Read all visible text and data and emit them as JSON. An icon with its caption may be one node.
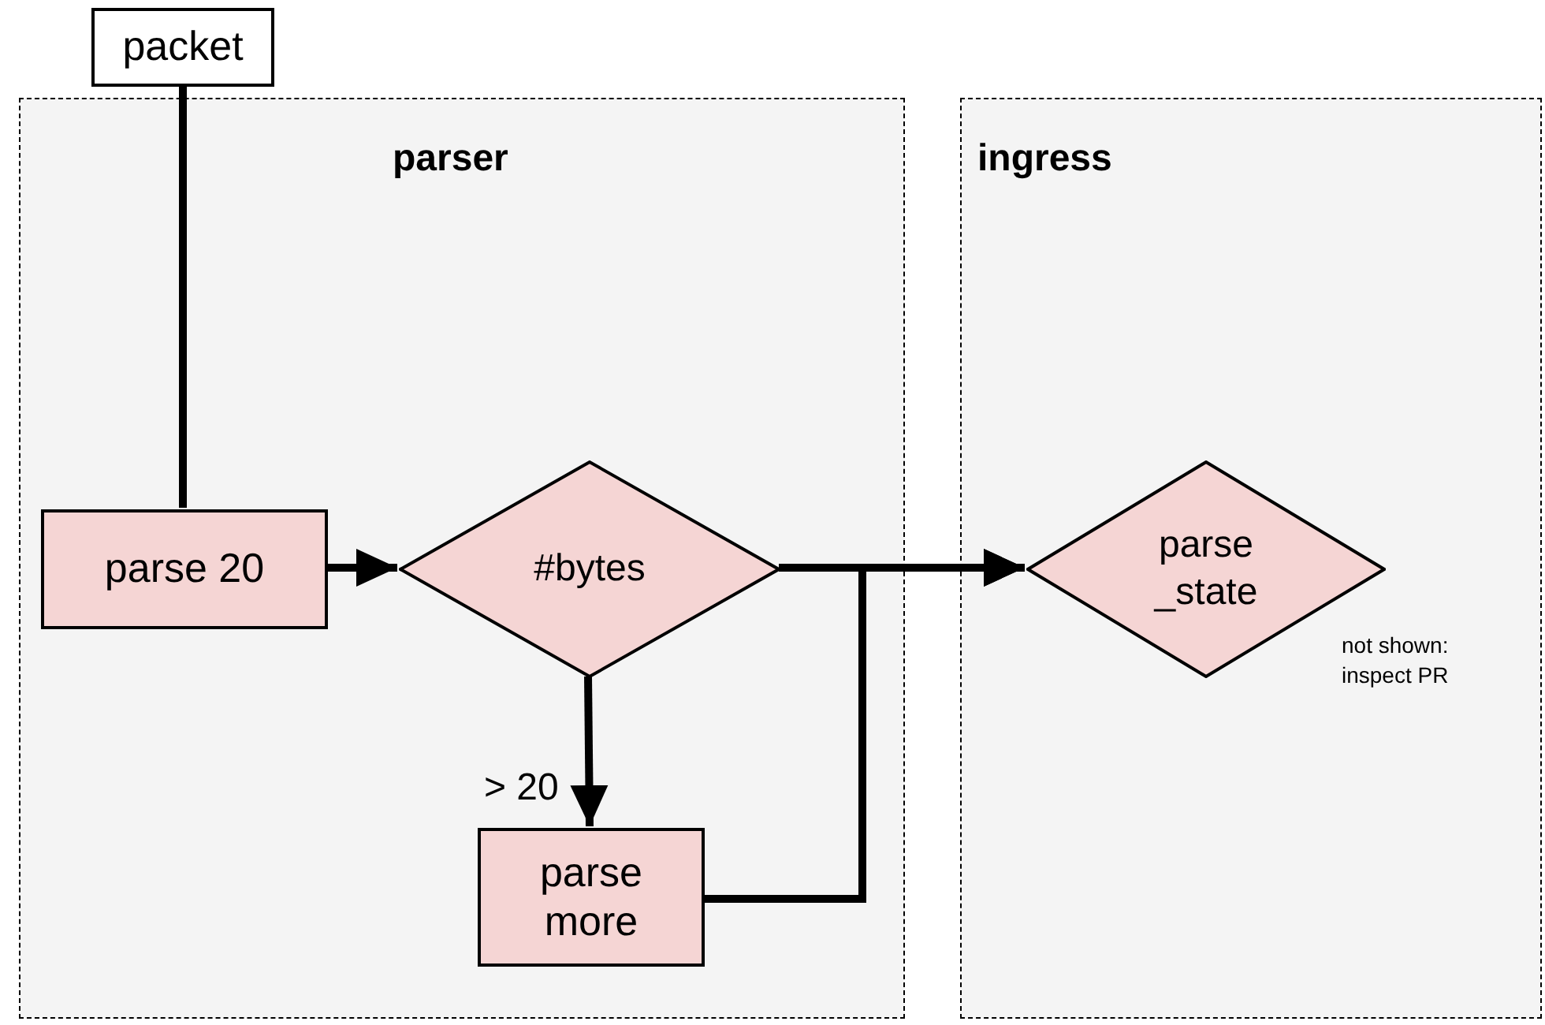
{
  "diagram": {
    "nodes": [
      {
        "text": [
          "packet"
        ]
      },
      {
        "text": [
          "parser"
        ]
      },
      {
        "text": [
          "ingress"
        ]
      },
      {
        "text": [
          "parse 20"
        ],
        "in": 1
      },
      {
        "text": [
          "#bytes"
        ],
        "in": 1
      },
      {
        "text": [
          "parse more"
        ],
        "in": 1
      },
      {
        "text": [
          "parse _state"
        ],
        "in": 2,
        "beside": [
          "not shown: inspect PR"
        ]
      }
    ],
    "edges": [
      {
        "from": 0,
        "to": 3,
        "arrow": "none"
      },
      {
        "from": 3,
        "to": 4,
        "arrow": "to"
      },
      {
        "from": 4,
        "to": 6,
        "arrow": "to"
      },
      {
        "from": 4,
        "to": 5,
        "arrow": "to",
        "label": "> 20"
      },
      {
        "from": 5,
        "to": 6,
        "arrow": "to"
      }
    ]
  }
}
